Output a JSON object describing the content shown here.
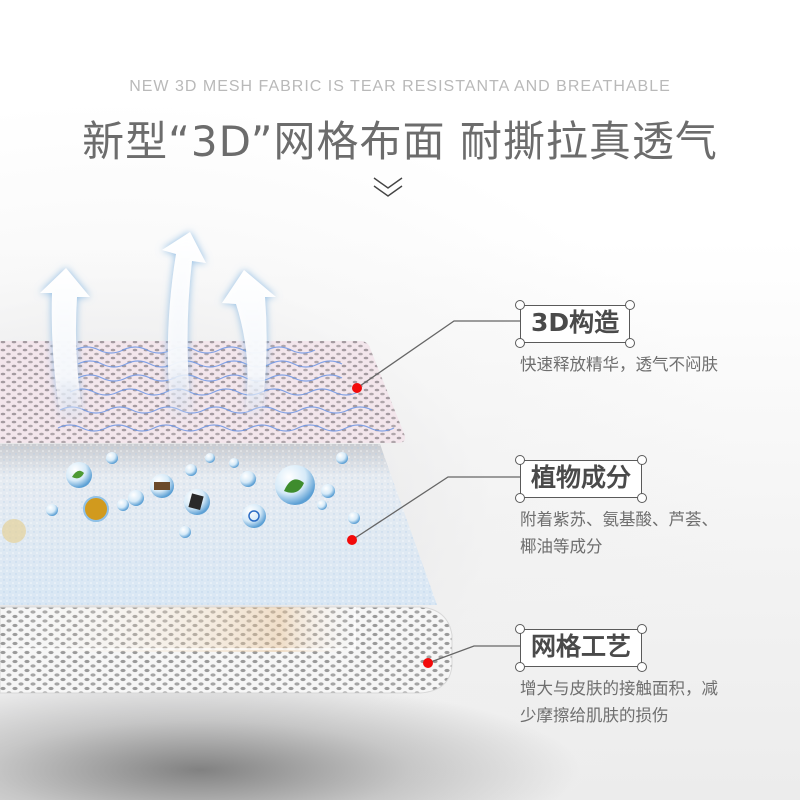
{
  "header": {
    "subtitle_en": "NEW 3D MESH FABRIC IS TEAR RESISTANTA AND BREATHABLE",
    "title_cn": "新型“3D”网格布面 耐撕拉真透气",
    "scroll_icon": "double-chevron-down-icon"
  },
  "features": [
    {
      "tag": "3D构造",
      "desc": [
        "快速释放精华，透气不闷肤"
      ]
    },
    {
      "tag": "植物成分",
      "desc": [
        "附着紫苏、氨基酸、芦荟、",
        "椰油等成分"
      ]
    },
    {
      "tag": "网格工艺",
      "desc": [
        "增大与皮肤的接触面积，减",
        "少摩擦给肌肤的损伤"
      ]
    }
  ],
  "colors": {
    "title": "#6c6c6c",
    "subtitle": "#b9b9b9",
    "marker": "#f20a0a",
    "leader_line": "#666666",
    "top_layer_tint": "#f2e4ea",
    "mid_layer_tint": "#dfe9f3",
    "wave": "#6f97e6"
  }
}
